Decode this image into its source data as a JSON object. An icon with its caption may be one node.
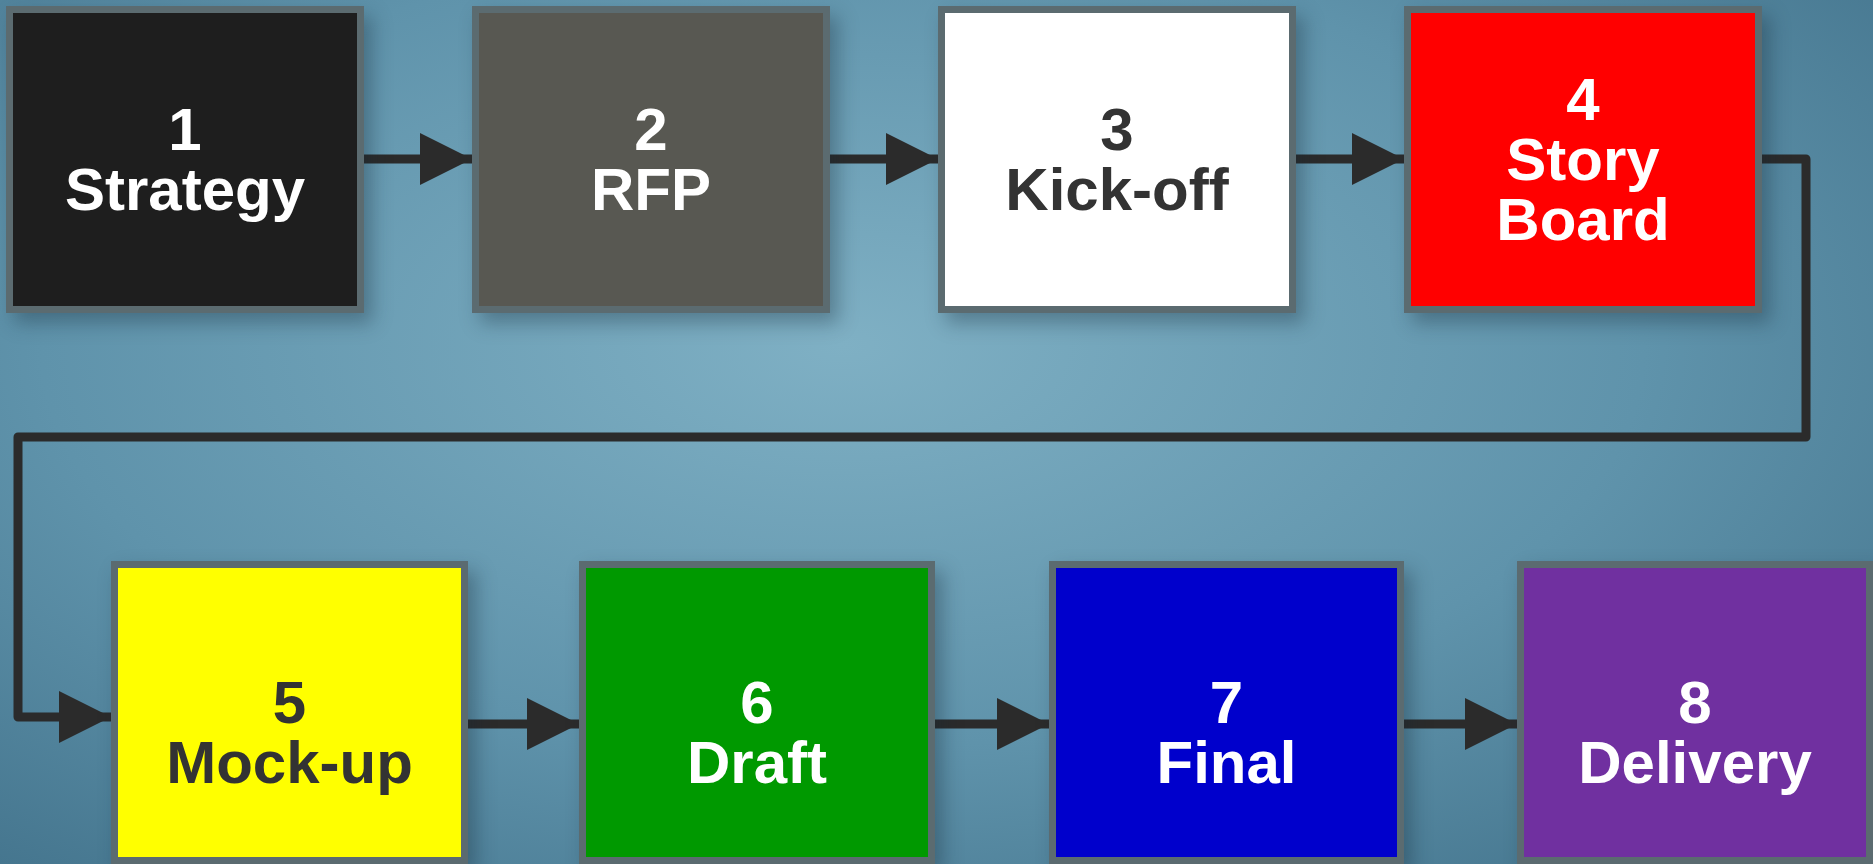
{
  "diagram": {
    "nodes": [
      {
        "text": [
          "1",
          "Strategy"
        ]
      },
      {
        "text": [
          "2",
          "RFP"
        ]
      },
      {
        "text": [
          "3",
          "Kick-off"
        ]
      },
      {
        "text": [
          "4",
          "Story Board"
        ]
      },
      {
        "text": [
          "5",
          "Mock-up"
        ]
      },
      {
        "text": [
          "6",
          "Draft"
        ]
      },
      {
        "text": [
          "7",
          "Final"
        ]
      },
      {
        "text": [
          "8",
          "Delivery"
        ]
      }
    ],
    "edges": [
      {
        "from": 0,
        "to": 1,
        "arrow": "to"
      },
      {
        "from": 1,
        "to": 2,
        "arrow": "to"
      },
      {
        "from": 2,
        "to": 3,
        "arrow": "to"
      },
      {
        "from": 3,
        "to": 4,
        "arrow": "to"
      },
      {
        "from": 4,
        "to": 5,
        "arrow": "to"
      },
      {
        "from": 5,
        "to": 6,
        "arrow": "to"
      },
      {
        "from": 6,
        "to": 7,
        "arrow": "to"
      }
    ]
  }
}
